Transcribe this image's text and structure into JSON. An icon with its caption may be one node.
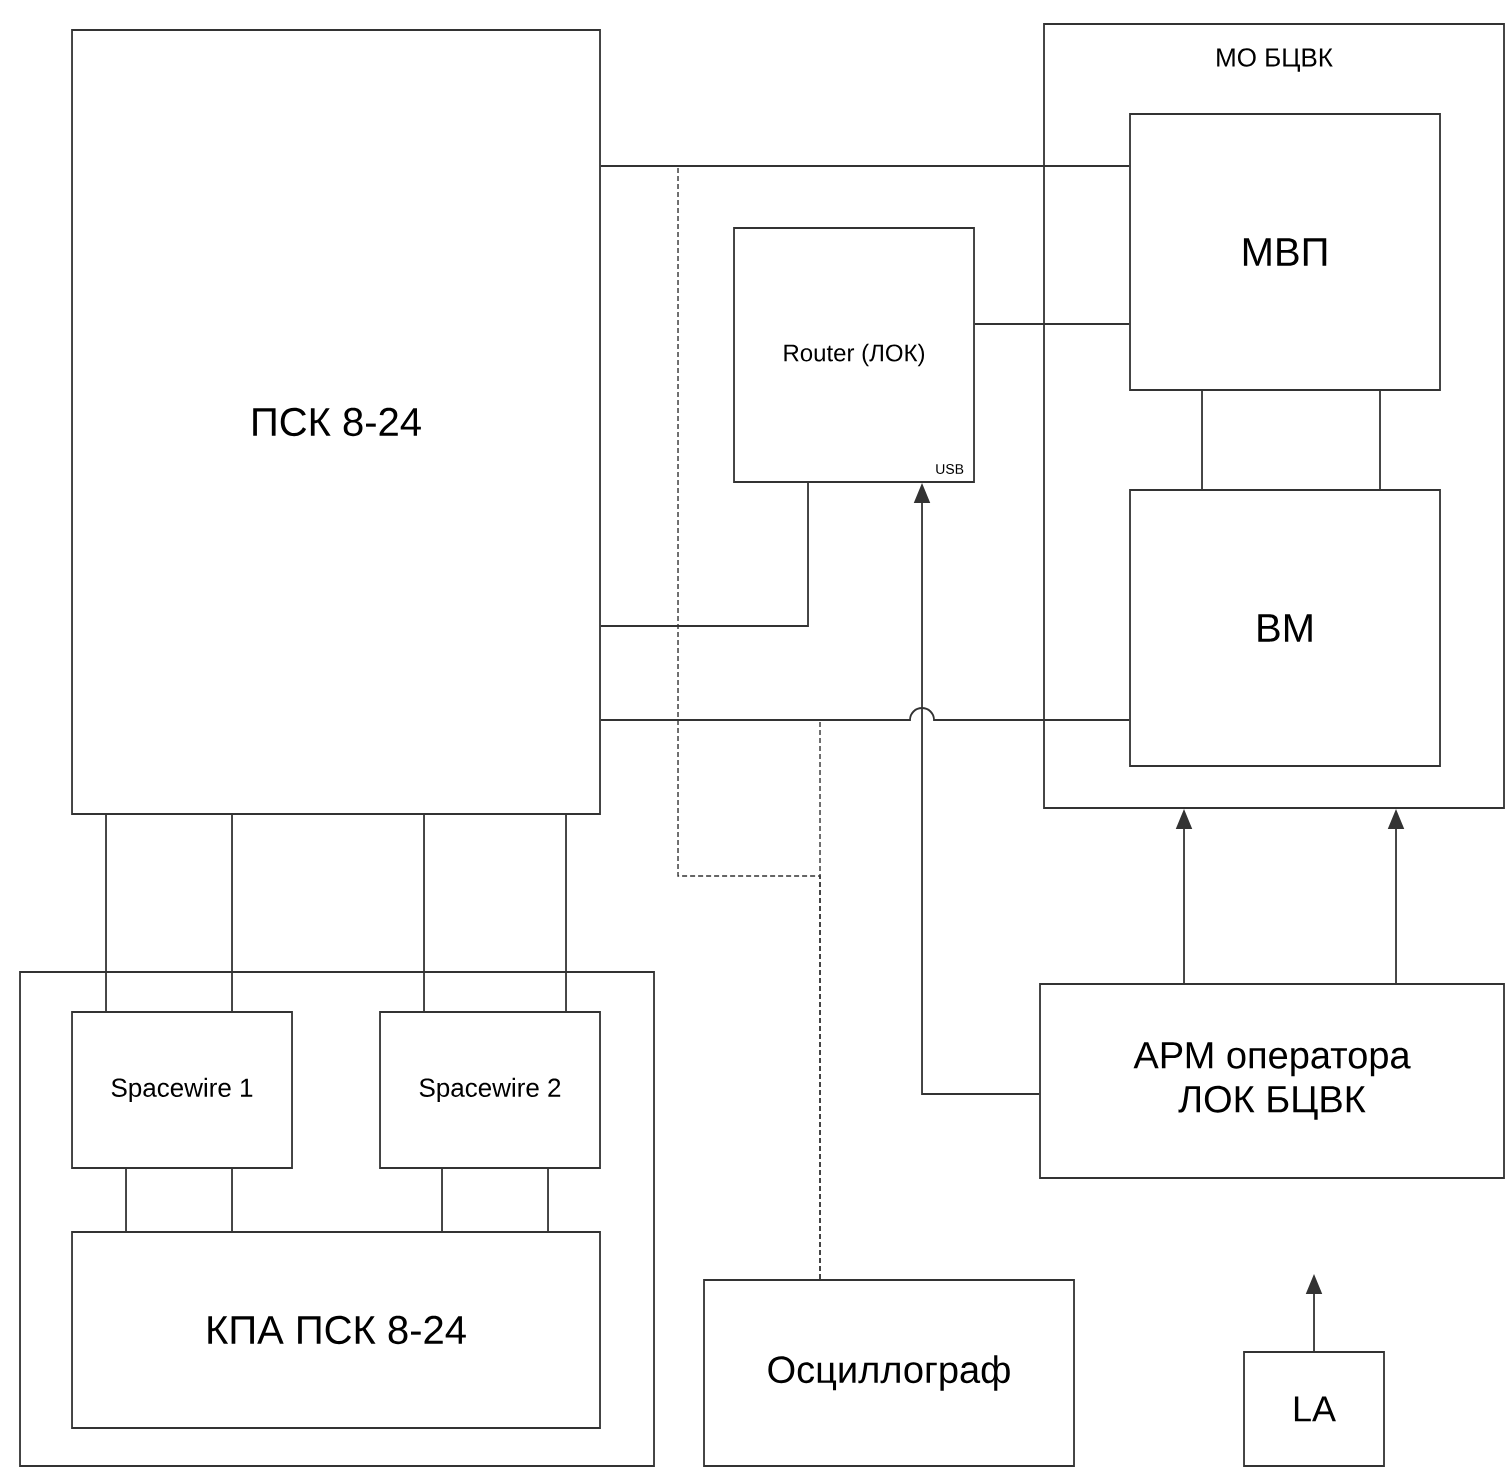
{
  "diagram": {
    "nodes": [
      {
        "text": [
          "ПСК 8-24"
        ]
      },
      {
        "text": [
          "МО БЦВК"
        ]
      },
      {
        "text": [
          "Router (ЛОК)",
          "USB"
        ]
      },
      {
        "text": [
          "МВП"
        ],
        "in": 1
      },
      {
        "text": [
          "ВМ"
        ],
        "in": 1
      },
      {
        "text": [],
        "shape": "box"
      },
      {
        "text": [
          "Spacewire 1"
        ],
        "in": 5
      },
      {
        "text": [
          "Spacewire 2"
        ],
        "in": 5
      },
      {
        "text": [
          "КПА ПСК 8-24"
        ],
        "in": 5
      },
      {
        "text": [
          "АРМ оператора ЛОК БЦВК"
        ]
      },
      {
        "text": [
          "Осциллограф"
        ]
      },
      {
        "text": [
          "LA"
        ]
      }
    ],
    "edges": [
      {
        "from": 0,
        "to": 3,
        "arrow": "none"
      },
      {
        "from": 0,
        "to": 2,
        "arrow": "none"
      },
      {
        "from": 2,
        "to": 3,
        "arrow": "none"
      },
      {
        "from": 0,
        "to": 4,
        "arrow": "none"
      },
      {
        "from": 3,
        "to": 4,
        "arrow": "none"
      },
      {
        "from": 3,
        "to": 4,
        "arrow": "none"
      },
      {
        "from": 9,
        "to": 2,
        "arrow": "to"
      },
      {
        "from": 9,
        "to": 1,
        "arrow": "to"
      },
      {
        "from": 9,
        "to": 1,
        "arrow": "to"
      },
      {
        "from": 11,
        "to": null,
        "arrow": "to"
      },
      {
        "from": 0,
        "to": 6,
        "arrow": "none"
      },
      {
        "from": 0,
        "to": 6,
        "arrow": "none"
      },
      {
        "from": 0,
        "to": 7,
        "arrow": "none"
      },
      {
        "from": 0,
        "to": 7,
        "arrow": "none"
      },
      {
        "from": 6,
        "to": 8,
        "arrow": "none"
      },
      {
        "from": 6,
        "to": 8,
        "arrow": "none"
      },
      {
        "from": 7,
        "to": 8,
        "arrow": "none"
      },
      {
        "from": 7,
        "to": 8,
        "arrow": "none"
      },
      {
        "from": 10,
        "to": null,
        "arrow": "none",
        "style": "dashed"
      },
      {
        "from": 10,
        "to": null,
        "arrow": "none",
        "style": "dashed"
      }
    ]
  }
}
